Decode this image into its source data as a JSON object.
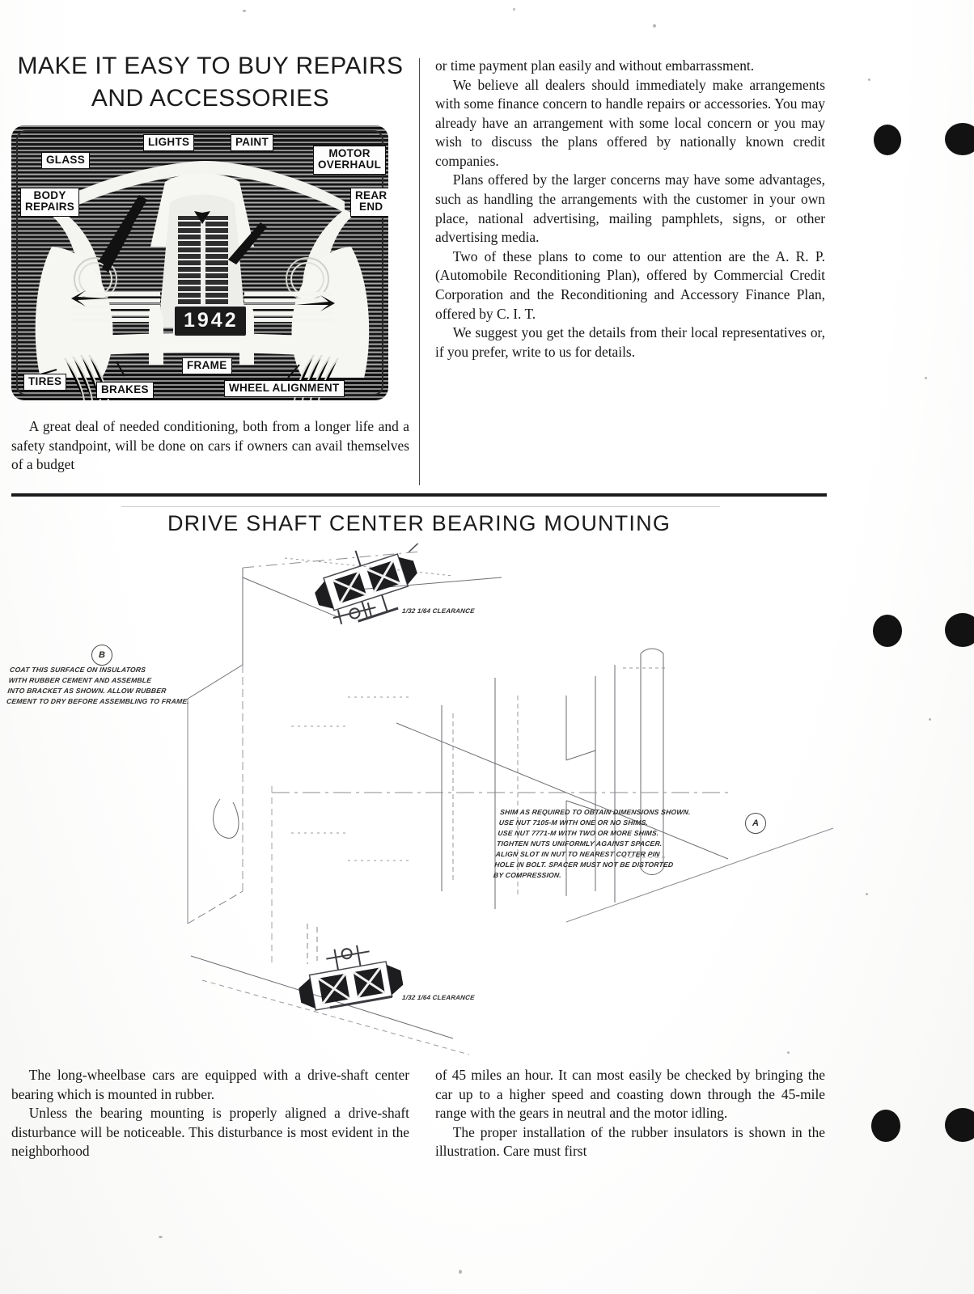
{
  "document": {
    "page_background": "#fbfbfa",
    "ink_color": "#161616"
  },
  "top_section": {
    "headline_line1": "MAKE IT EASY TO BUY REPAIRS",
    "headline_line2": "AND ACCESSORIES",
    "illustration": {
      "name": "1942-car-front-callout-diagram",
      "license_plate": "1942",
      "callouts": [
        {
          "id": "glass",
          "label": "GLASS"
        },
        {
          "id": "lights",
          "label": "LIGHTS"
        },
        {
          "id": "paint",
          "label": "PAINT"
        },
        {
          "id": "motor-overhaul",
          "label": "MOTOR\nOVERHAUL"
        },
        {
          "id": "body-repairs",
          "label": "BODY\nREPAIRS"
        },
        {
          "id": "rear-end",
          "label": "REAR\nEND"
        },
        {
          "id": "tires",
          "label": "TIRES"
        },
        {
          "id": "brakes",
          "label": "BRAKES"
        },
        {
          "id": "frame",
          "label": "FRAME"
        },
        {
          "id": "wheel-alignment",
          "label": "WHEEL ALIGNMENT"
        }
      ]
    },
    "left_column": {
      "paragraph_1": "A great deal of needed conditioning, both from a longer life and a safety standpoint, will be done on cars if owners can avail themselves of a budget"
    },
    "right_column": {
      "paragraph_1": "or time payment plan easily and without embarrassment.",
      "paragraph_2": "We believe all dealers should immediately make arrangements with some finance concern to handle repairs or accessories. You may already have an arrangement with some local concern or you may wish to discuss the plans offered by nationally known credit companies.",
      "paragraph_3": "Plans offered by the larger concerns may have some advantages, such as handling the arrangements with the customer in your own place, national advertising, mailing pamphlets, signs, or other advertising media.",
      "paragraph_4": "Two of these plans to come to our attention are the A. R. P. (Automobile Reconditioning Plan), offered by Commercial Credit Corporation and the Reconditioning and Accessory Finance Plan, offered by C. I. T.",
      "paragraph_5": "We suggest you get the details from their local representatives or, if you prefer, write to us for details."
    }
  },
  "bottom_section": {
    "section_title": "DRIVE  SHAFT  CENTER  BEARING  MOUNTING",
    "blueprint": {
      "name": "drive-shaft-center-bearing-blueprint",
      "balloon_b": "B",
      "balloon_a": "A",
      "note_b": "COAT THIS SURFACE ON INSULATORS\nWITH RUBBER CEMENT AND ASSEMBLE\nINTO BRACKET AS SHOWN. ALLOW RUBBER\nCEMENT TO DRY BEFORE ASSEMBLING TO FRAME.",
      "note_a": "SHIM AS REQUIRED TO OBTAIN DIMENSIONS SHOWN.\nUSE NUT 7105-M WITH ONE OR NO SHIMS.\nUSE NUT 7771-M WITH TWO OR MORE SHIMS.\nTIGHTEN NUTS UNIFORMLY AGAINST SPACER.\nALIGN SLOT IN NUT TO NEAREST COTTER PIN\nHOLE IN BOLT. SPACER MUST NOT BE DISTORTED\nBY COMPRESSION.",
      "clearance_note_top": "1/32  1/64  CLEARANCE",
      "clearance_note_bottom": "1/32  1/64  CLEARANCE"
    },
    "left_column": {
      "paragraph_1": "The long-wheelbase cars are equipped with a drive-shaft center bearing which is mounted in rubber.",
      "paragraph_2": "Unless the bearing mounting is properly aligned a drive-shaft disturbance will be noticeable. This disturbance is most evident in the neighborhood"
    },
    "right_column": {
      "paragraph_1": "of 45 miles an hour. It can most easily be checked by bringing the car up to a higher speed and coasting down through the 45-mile range with the gears in neutral and the motor idling.",
      "paragraph_2": "The proper installation of the rubber insulators is shown in the illustration. Care must first"
    }
  }
}
